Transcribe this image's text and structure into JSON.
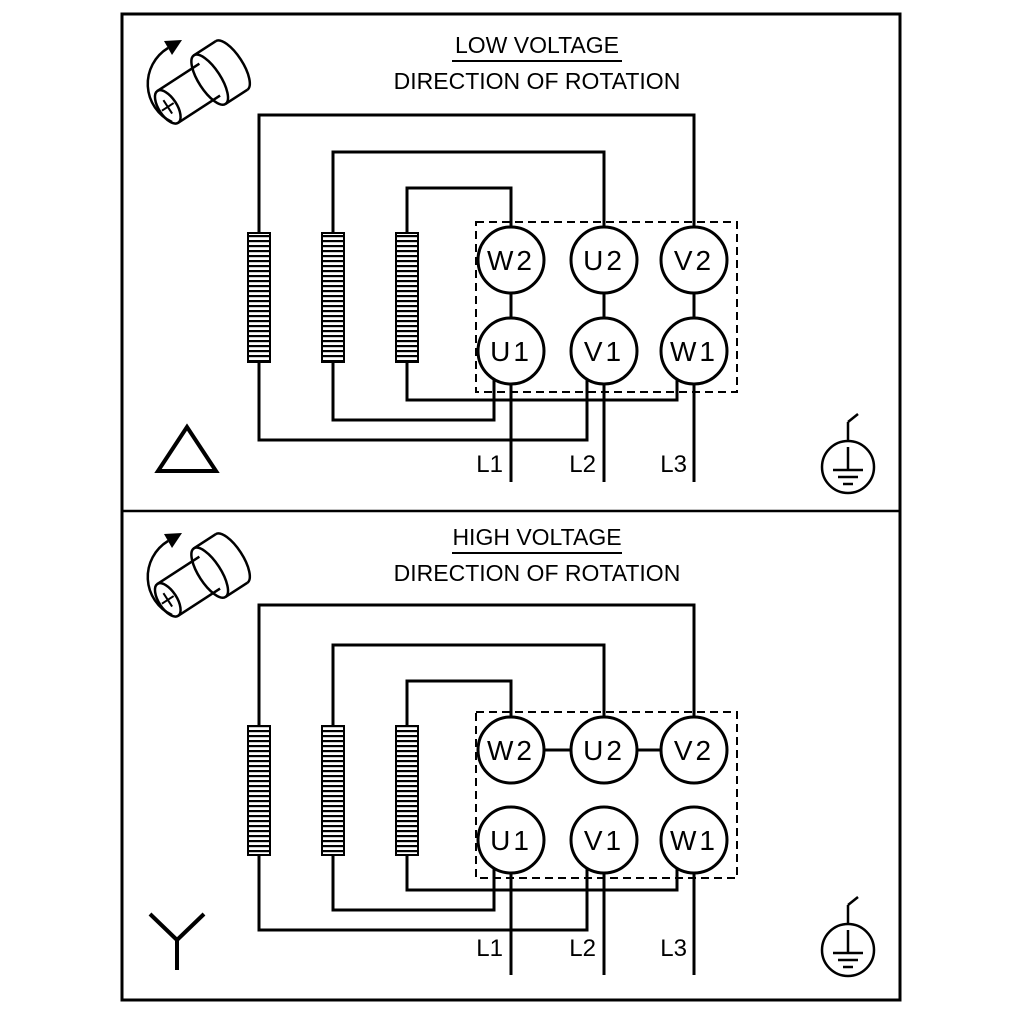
{
  "diagram": {
    "colors": {
      "line": "#000000",
      "background": "#ffffff"
    },
    "panels": [
      {
        "title": "LOW VOLTAGE",
        "subtitle": "DIRECTION OF ROTATION",
        "connection_icon": "delta-icon",
        "rotation_icon": "shaft-rotation-icon",
        "ground_icon": "earth-ground-icon",
        "terminals": {
          "top": [
            "W2",
            "U2",
            "V2"
          ],
          "bottom": [
            "U1",
            "V1",
            "W1"
          ]
        },
        "supply_lines": [
          "L1",
          "L2",
          "L3"
        ]
      },
      {
        "title": "HIGH VOLTAGE",
        "subtitle": "DIRECTION OF ROTATION",
        "connection_icon": "star-icon",
        "rotation_icon": "shaft-rotation-icon",
        "ground_icon": "earth-ground-icon",
        "terminals": {
          "top": [
            "W2",
            "U2",
            "V2"
          ],
          "bottom": [
            "U1",
            "V1",
            "W1"
          ]
        },
        "supply_lines": [
          "L1",
          "L2",
          "L3"
        ]
      }
    ]
  }
}
